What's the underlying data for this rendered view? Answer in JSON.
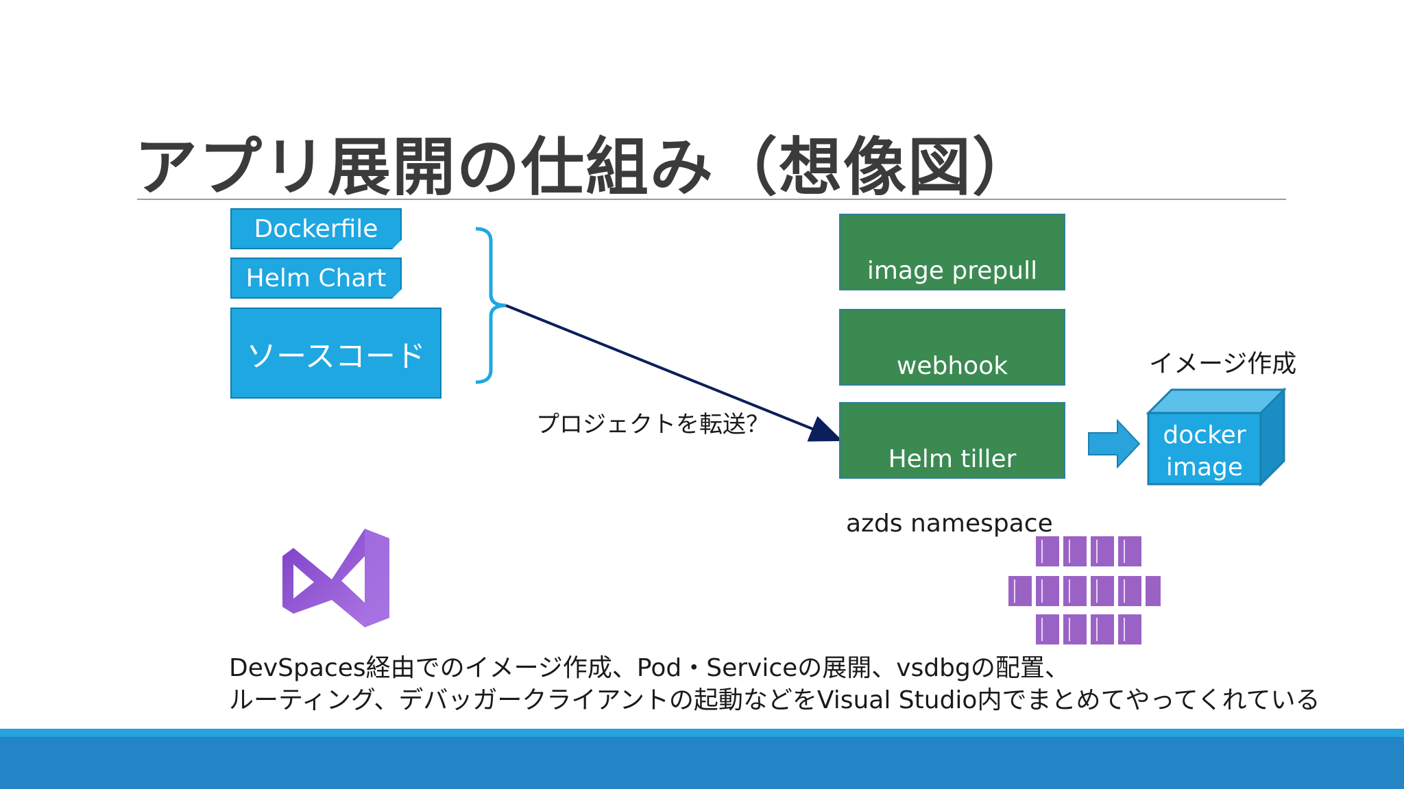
{
  "title": "アプリ展開の仕組み（想像図）",
  "files": {
    "dockerfile": "Dockerfile",
    "helm_chart": "Helm Chart",
    "source_code": "ソースコード"
  },
  "transfer_label": "プロジェクトを転送？",
  "namespace": {
    "components": [
      "image prepull",
      "webhook",
      "Helm tiller"
    ],
    "label": "azds namespace"
  },
  "image": {
    "caption": "イメージ作成",
    "cube_line1": "docker",
    "cube_line2": "image"
  },
  "icons": {
    "visual_studio": "visual-studio-logo-icon",
    "kubernetes_nodes": "container-cluster-icon"
  },
  "footer": {
    "line1": "DevSpaces経由でのイメージ作成、Pod・Serviceの展開、vsdbgの配置、",
    "line2": "ルーティング、デバッガークライアントの起動などをVisual Studio内でまとめてやってくれている"
  },
  "colors": {
    "file_blue": "#1ea7e1",
    "component_green": "#3a8a52",
    "arrow_navy": "#0b1f5c",
    "cluster_purple": "#9b62c6",
    "footer_blue": "#2385c5"
  }
}
